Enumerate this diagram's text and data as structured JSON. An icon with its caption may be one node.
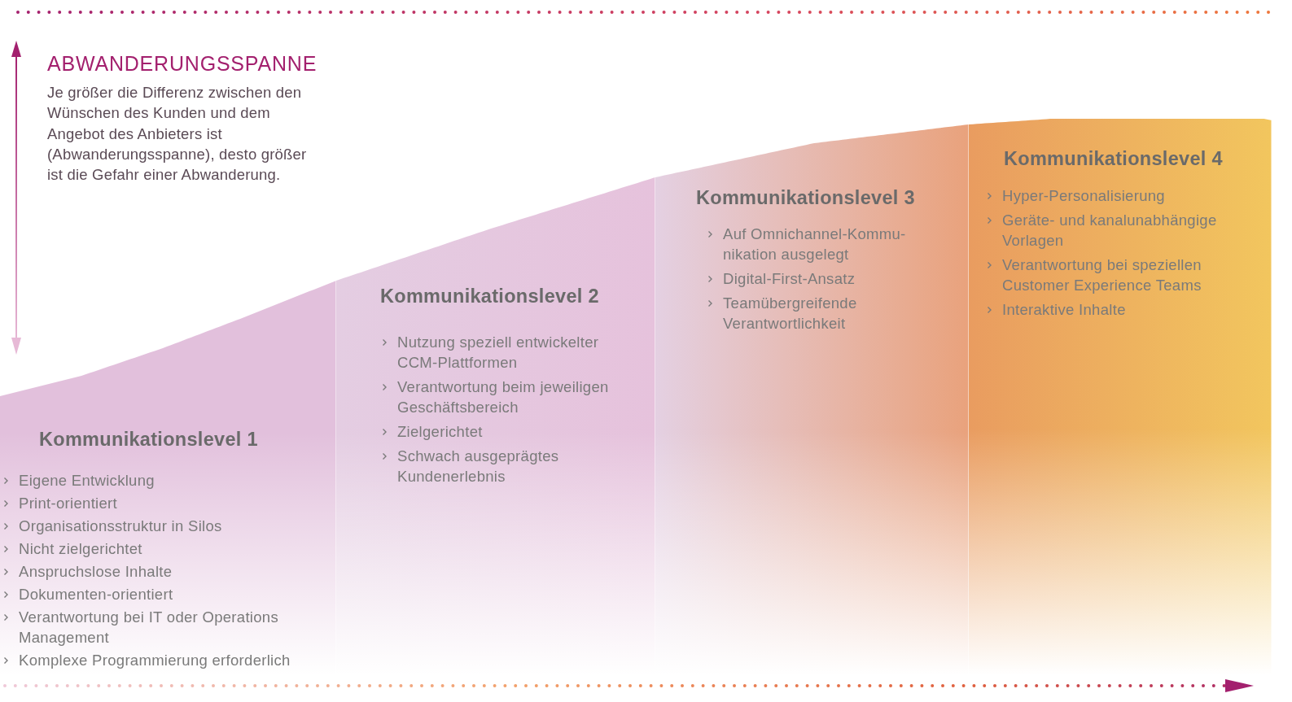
{
  "diagram": {
    "title": "ABWANDERUNGSSPANNE",
    "nodes": [
      {
        "text": [
          "Kommunikationslevel 1",
          "Eigene Entwicklung",
          "Print-orientiert",
          "Organisationsstruktur in Silos",
          "Nicht zielgerichtet",
          "Anspruchslose Inhalte",
          "Dokumenten-orientiert",
          "Verantwortung bei IT oder Operations Management",
          "Komplexe Programmierung erforderlich"
        ]
      },
      {
        "text": [
          "Kommunikationslevel 2",
          "Nutzung speziell entwickelter CCM-Plattformen",
          "Verantwortung beim jeweiligen Geschäftsbereich",
          "Zielgerichtet",
          "Schwach ausgeprägtes Kundenerlebnis"
        ]
      },
      {
        "text": [
          "Kommunikationslevel 3",
          "Auf Omnichannel-Kommu-nikation ausgelegt",
          "Digital-First-Ansatz",
          "Teamübergreifende Verantwortlichkeit"
        ]
      },
      {
        "text": [
          "Kommunikationslevel 4",
          "Hyper-Personalisierung",
          "Geräte- und kanalunabhängige Vorlagen",
          "Verantwortung bei speziellen Customer Experience Teams",
          "Interaktive Inhalte"
        ]
      }
    ],
    "labels": [
      "Je größer die Differenz zwischen den Wünschen des Kunden und dem Angebot des Anbieters ist (Abwanderungsspanne), desto größer ist die Gefahr einer Abwanderung."
    ]
  }
}
